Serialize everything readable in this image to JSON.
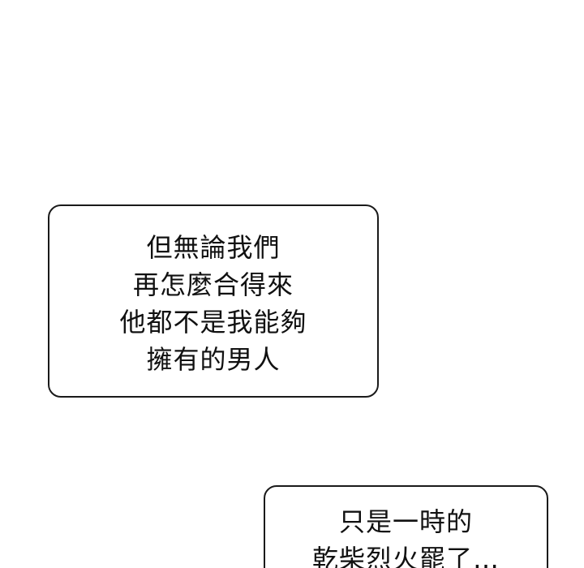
{
  "bubbles": [
    {
      "lines": [
        "但無論我們",
        "再怎麼合得來",
        "他都不是我能夠",
        "擁有的男人"
      ]
    },
    {
      "lines": [
        "只是一時的",
        "乾柴烈火罷了…"
      ]
    }
  ]
}
